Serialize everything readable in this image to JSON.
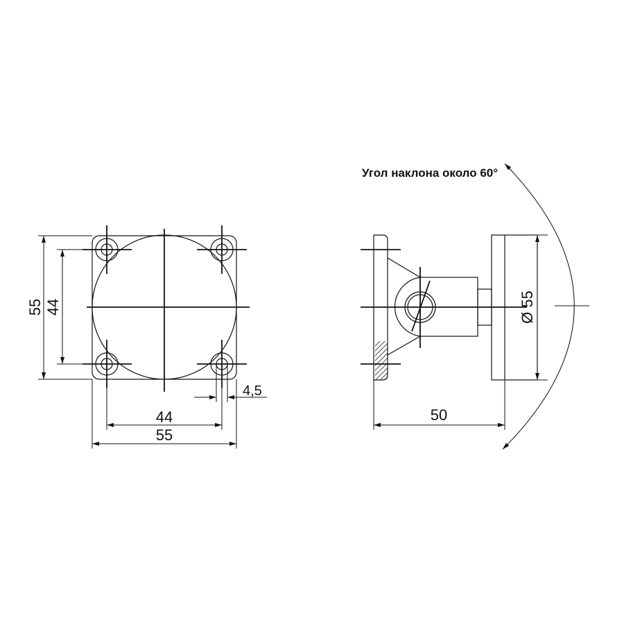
{
  "title": "Угол наклона около 60°",
  "front_view": {
    "width_outer": "55",
    "width_holes": "44",
    "height_outer": "55",
    "height_holes": "44",
    "hole_diameter": "4,5"
  },
  "side_view": {
    "depth": "50",
    "diameter": "Ø 55"
  },
  "colors": {
    "line": "#111111",
    "background": "#ffffff"
  }
}
